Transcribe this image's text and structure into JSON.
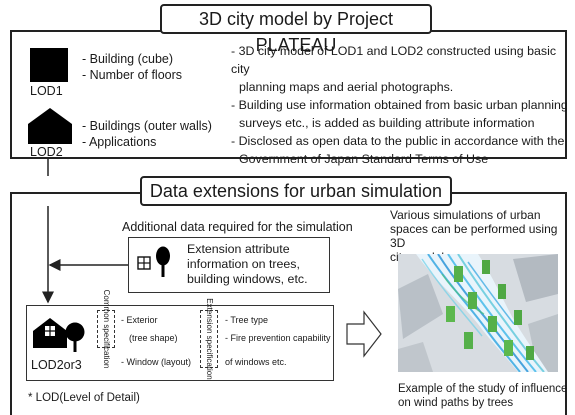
{
  "top": {
    "title": "3D city model by Project PLATEAU",
    "lod1": {
      "label": "LOD1",
      "items": [
        "- Building (cube)",
        "- Number of floors"
      ]
    },
    "lod2": {
      "label": "LOD2",
      "items": [
        "- Buildings (outer walls)",
        "- Applications"
      ]
    },
    "desc": [
      "- 3D city model of LOD1 and LOD2 constructed using basic city",
      "planning maps and aerial photographs.",
      "- Building use information obtained from basic urban planning",
      "surveys etc., is added as building attribute information",
      "- Disclosed as open data to the public in accordance with the",
      "Government of Japan Standard Terms of Use"
    ]
  },
  "bottom": {
    "title": "Data extensions for urban simulation",
    "additional_label": "Additional data required for the simulation",
    "extension_text": [
      "Extension attribute",
      "information on trees,",
      "building windows, etc."
    ],
    "lod23_label": "LOD2or3",
    "common_spec_label": "Common specification",
    "exterior_items": [
      "- Exterior",
      "(tree shape)",
      "- Window (layout)"
    ],
    "extension_spec_label": "Extension specification",
    "tree_items": [
      "- Tree type",
      "- Fire prevention capability",
      "of windows etc."
    ],
    "lod_note": "* LOD(Level of Detail)",
    "sim_text": [
      "Various simulations of urban",
      "spaces can be performed using 3D",
      "city models."
    ],
    "caption": [
      "Example of the study of influence",
      "on wind paths by trees"
    ]
  },
  "colors": {
    "border": "#222222",
    "tree_green": "#55b04a",
    "wind_blue": "#2aa3e0"
  }
}
